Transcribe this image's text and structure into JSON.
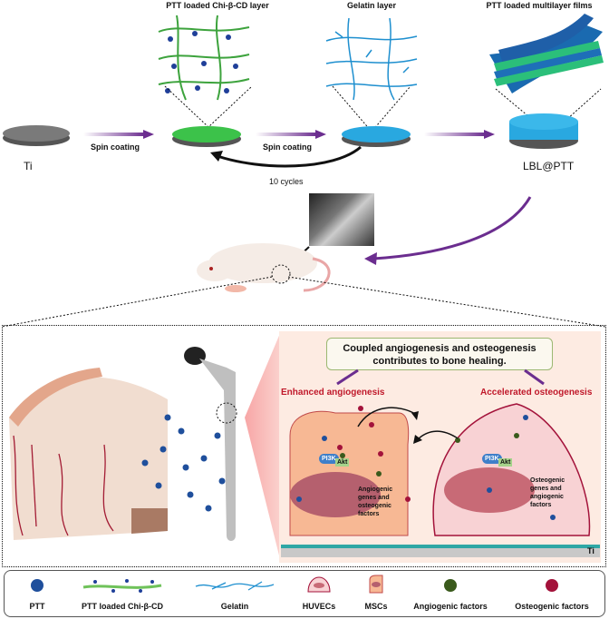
{
  "top": {
    "step_titles": {
      "chi_layer": "PTT loaded Chi-β-CD layer",
      "gelatin_layer": "Gelatin layer",
      "multilayer": "PTT loaded multilayer films"
    },
    "substrate_label": "Ti",
    "arrow_labels": [
      "Spin coating",
      "Spin coating"
    ],
    "cycle_label": "10 cycles",
    "product_label": "LBL@PTT"
  },
  "bottom": {
    "callout": "Coupled angiogenesis and osteogenesis contributes to bone healing.",
    "left_heading": "Enhanced angiogenesis",
    "right_heading": "Accelerated osteogenesis",
    "left_cell": {
      "pathway": [
        "PI3K",
        "Akt"
      ],
      "genes_text": "Angiogenic genes and osteogenic factors"
    },
    "right_cell": {
      "pathway": [
        "PI3K",
        "Akt"
      ],
      "genes_text": "Osteogenic genes and angiogenic factors"
    },
    "substrate_label": "Ti"
  },
  "legend": [
    {
      "icon": "ptt-dot-icon",
      "label": "PTT"
    },
    {
      "icon": "chi-cd-chain-icon",
      "label": "PTT loaded Chi-β-CD"
    },
    {
      "icon": "gelatin-fiber-icon",
      "label": "Gelatin"
    },
    {
      "icon": "huvec-cell-icon",
      "label": "HUVECs"
    },
    {
      "icon": "msc-cell-icon",
      "label": "MSCs"
    },
    {
      "icon": "angiogenic-factor-dot-icon",
      "label": "Angiogenic factors"
    },
    {
      "icon": "osteogenic-factor-dot-icon",
      "label": "Osteogenic factors"
    }
  ],
  "colors": {
    "ptt": "#1f4f9c",
    "angiogenic": "#3a5a1c",
    "osteogenic": "#a3123a",
    "arrow": "#6b2d8f",
    "heading_red": "#c0182a"
  }
}
